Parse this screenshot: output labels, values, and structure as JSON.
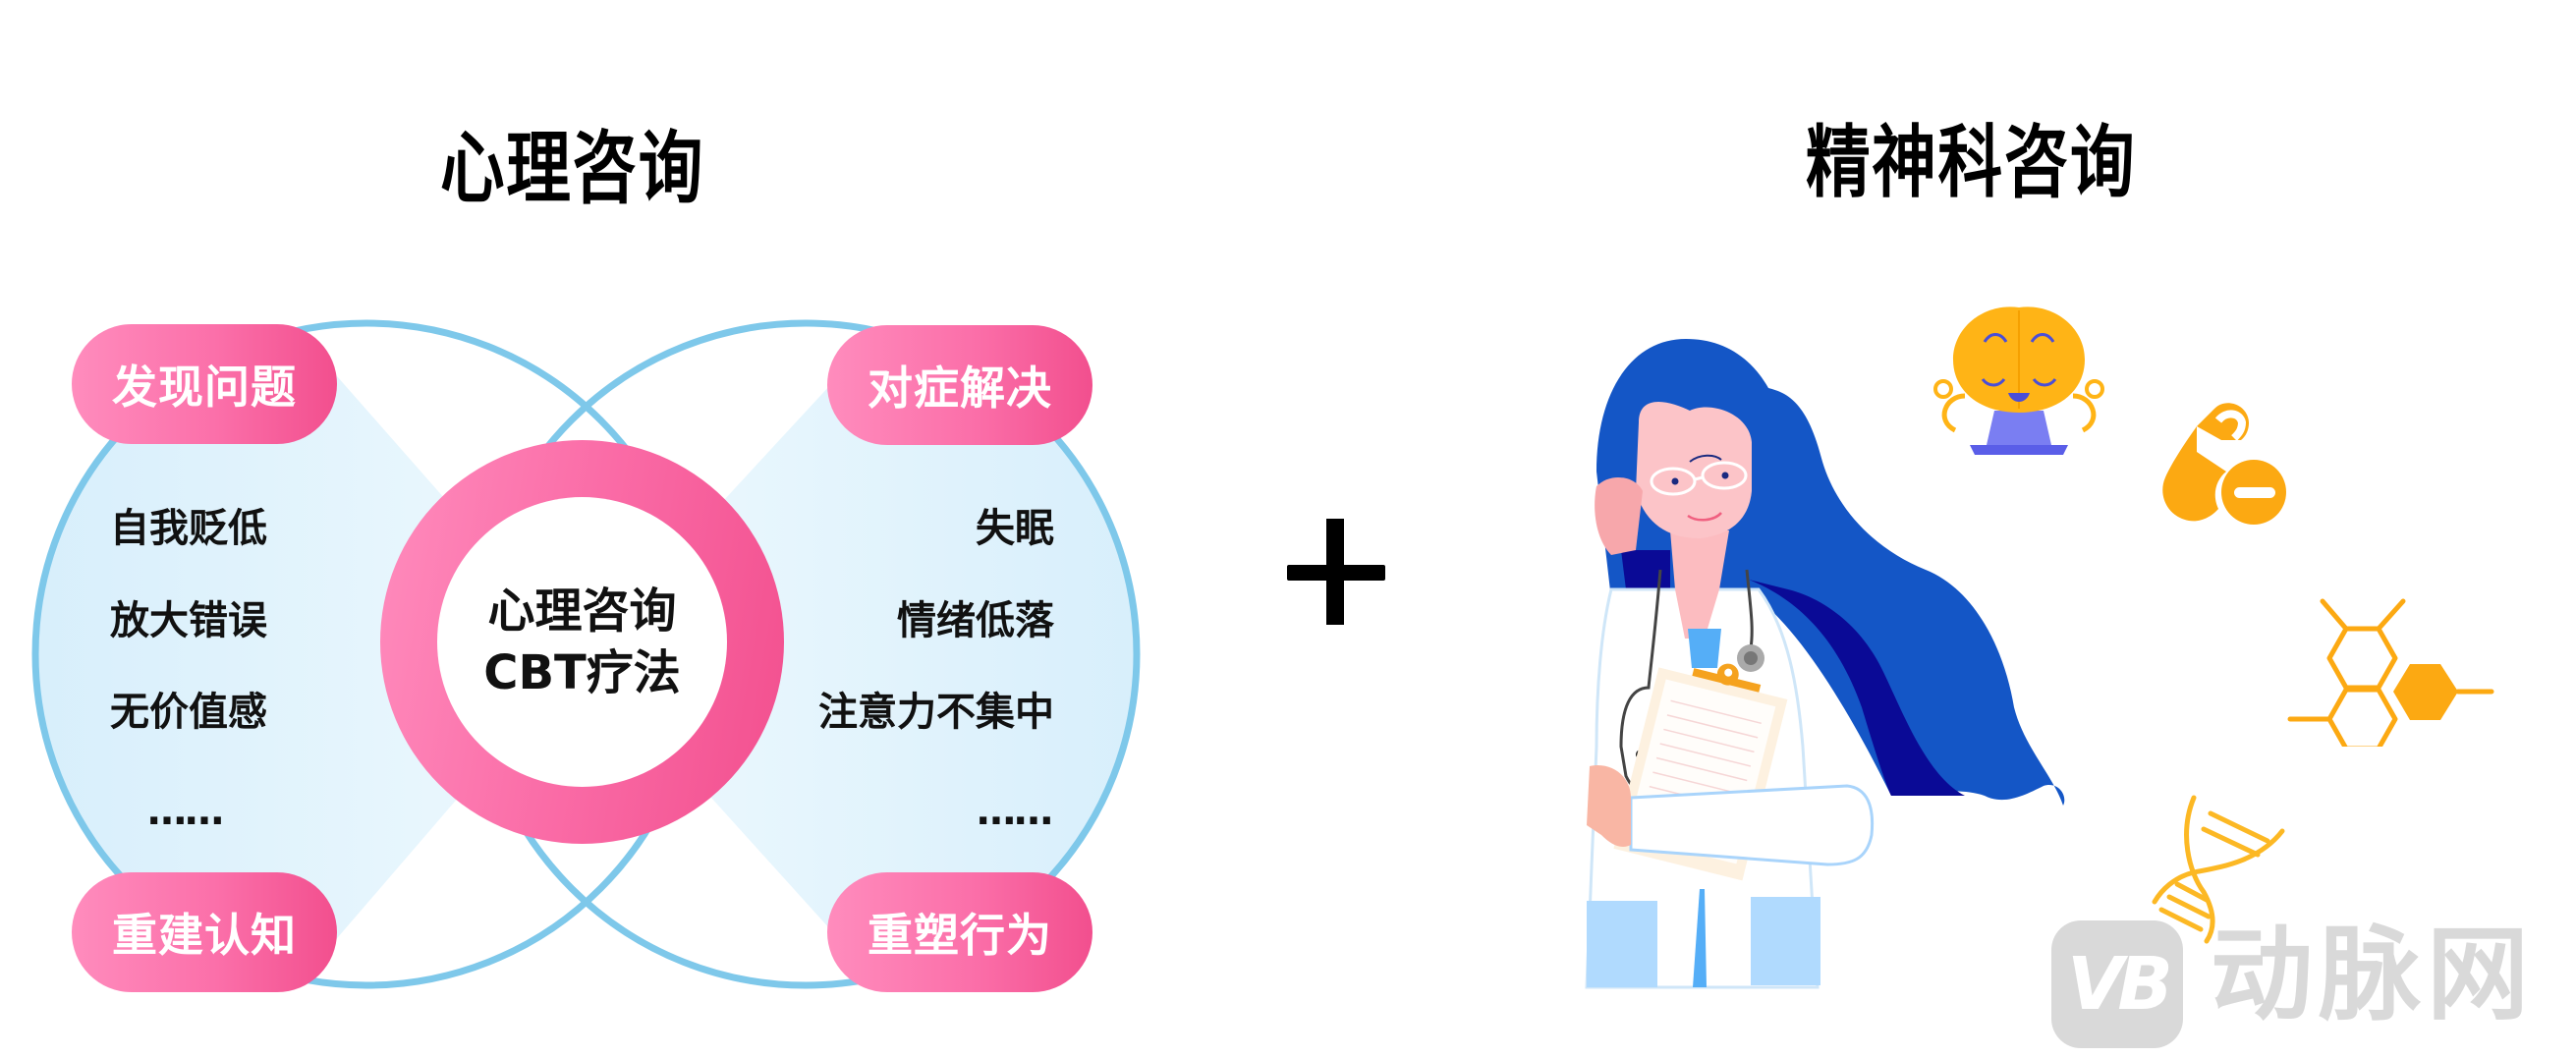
{
  "left_section": {
    "title": "心理咨询",
    "center": {
      "line1": "心理咨询",
      "line2": "CBT疗法"
    },
    "pills": {
      "top_left": "发现问题",
      "top_right": "对症解决",
      "bottom_left": "重建认知",
      "bottom_right": "重塑行为"
    },
    "left_items": [
      "自我贬低",
      "放大错误",
      "无价值感",
      "……"
    ],
    "right_items": [
      "失眠",
      "情绪低落",
      "注意力不集中",
      "……"
    ]
  },
  "operator": "+",
  "right_section": {
    "title": "精神科咨询",
    "illustration": "doctor-with-clipboard",
    "icons": [
      "meditating-brain-icon",
      "pills-icon",
      "molecule-icon",
      "dna-icon"
    ]
  },
  "watermark": {
    "logo_text": "VB",
    "text": "动脉网"
  },
  "colors": {
    "pill_start": "#ff8cbd",
    "pill_end": "#f24f8e",
    "circle_stroke": "#7ec8ea",
    "circle_fill": "#e3f4fd",
    "hair": "#1456c6",
    "hair_dark": "#0a0a96",
    "accent_orange": "#fca912",
    "watermark_gray": "#d9d9d9"
  }
}
